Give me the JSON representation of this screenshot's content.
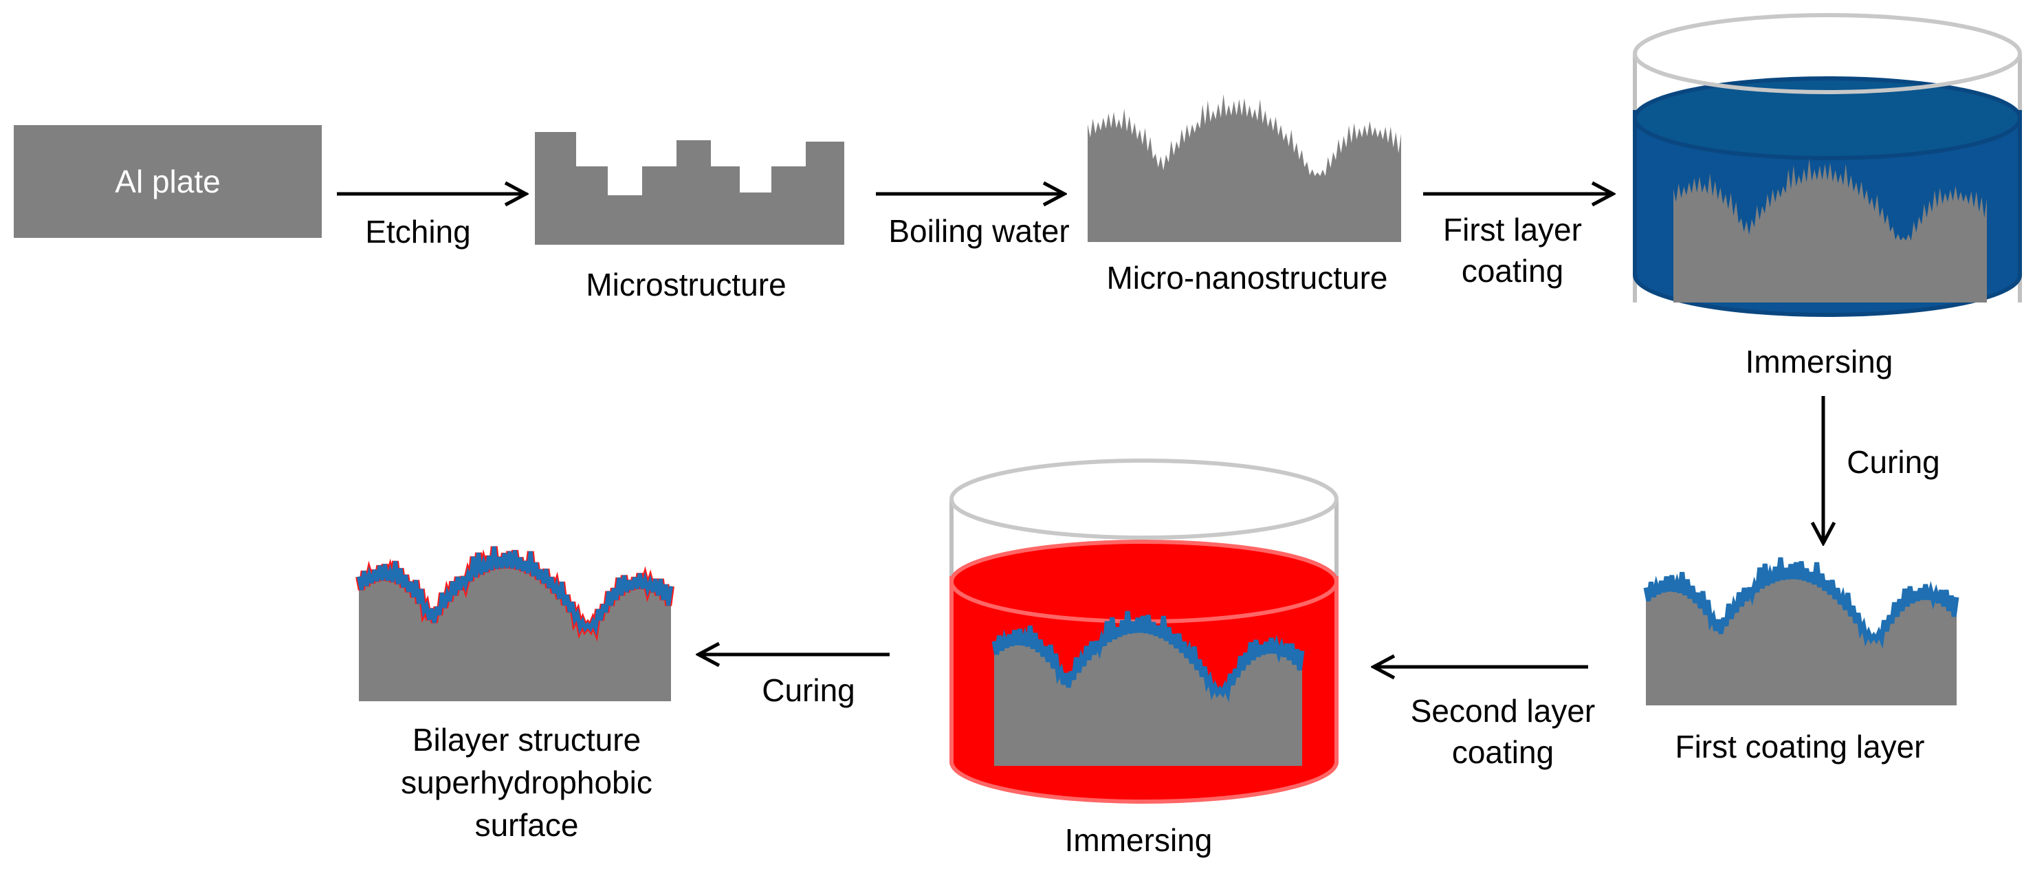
{
  "colors": {
    "substrate": "#808080",
    "arrow": "#000000",
    "beaker_rim": "#c0c0c0",
    "liquid_first": "#0b5394",
    "liquid_first_top": "#0a568f",
    "liquid_second": "#ff0000",
    "liquid_second_top": "#ff0000",
    "coating_first": "#1f6fb2",
    "coating_second": "#ff1a1a",
    "plate_text": "#ffffff"
  },
  "plate": {
    "label": "Al plate"
  },
  "steps": {
    "etching": "Etching",
    "microstructure": "Microstructure",
    "boiling": "Boiling water",
    "micro_nano": "Micro-nanostructure",
    "first_coat": [
      "First layer",
      "coating"
    ],
    "immersing_1": "Immersing",
    "curing_1": "Curing",
    "first_coating_layer": "First coating layer",
    "second_coat": [
      "Second layer",
      "coating"
    ],
    "immersing_2": "Immersing",
    "curing_2": "Curing",
    "bilayer": [
      "Bilayer structure",
      "superhydrophobic",
      "surface"
    ]
  },
  "icons": {
    "arrow": "arrow-icon",
    "beaker": "beaker-icon"
  }
}
